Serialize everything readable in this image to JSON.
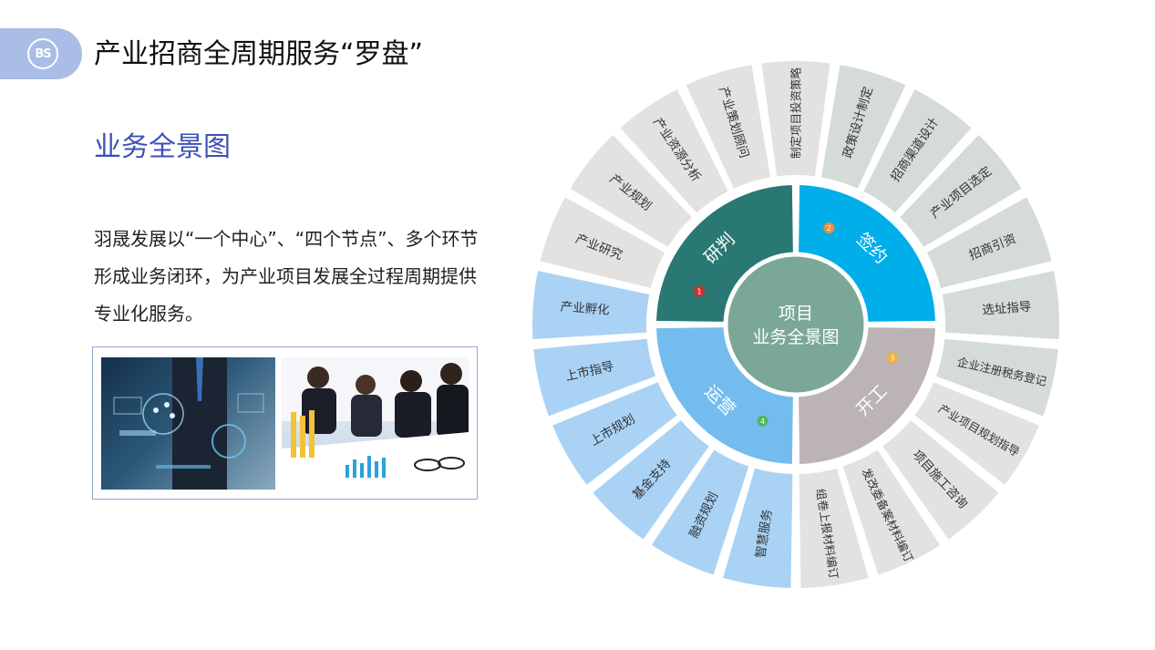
{
  "logo": {
    "text": "BS"
  },
  "header": {
    "title": "产业招商全周期服务“罗盘”"
  },
  "section": {
    "title": "业务全景图"
  },
  "description": "羽晟发展以“一个中心”、“四个节点”、多个环节形成业务闭环，为产业项目发展全过程周期提供专业化服务。",
  "diagram": {
    "center_lines": [
      "项目",
      "业务全景图"
    ],
    "stages": [
      {
        "name": "研判",
        "number": "1",
        "color": "#2a7873",
        "dot": "#c8332b"
      },
      {
        "name": "签约",
        "number": "2",
        "color": "#00aeea",
        "dot": "#e98e3c"
      },
      {
        "name": "开工",
        "number": "3",
        "color": "#bcb3b6",
        "dot": "#f0b23a"
      },
      {
        "name": "运营",
        "number": "4",
        "color": "#74bcee",
        "dot": "#56b364"
      }
    ],
    "outer_items": [
      {
        "label": "制定项目投资策略",
        "group": 1
      },
      {
        "label": "政策设计制定",
        "group": 2
      },
      {
        "label": "招商渠道设计",
        "group": 2
      },
      {
        "label": "产业项目选定",
        "group": 2
      },
      {
        "label": "招商引资",
        "group": 2
      },
      {
        "label": "选址指导",
        "group": 2
      },
      {
        "label": "企业注册税务登记",
        "group": 2
      },
      {
        "label": "产业项目规划指导",
        "group": 3
      },
      {
        "label": "项目施工咨询",
        "group": 3
      },
      {
        "label": "发改委备案材料编订",
        "group": 3
      },
      {
        "label": "组卷上报材料编订",
        "group": 3
      },
      {
        "label": "智慧服务",
        "group": 4
      },
      {
        "label": "融资规划",
        "group": 4
      },
      {
        "label": "基金支持",
        "group": 4
      },
      {
        "label": "上市规划",
        "group": 4
      },
      {
        "label": "上市指导",
        "group": 4
      },
      {
        "label": "产业孵化",
        "group": 4
      },
      {
        "label": "产业研究",
        "group": 1
      },
      {
        "label": "产业规划",
        "group": 1
      },
      {
        "label": "产业资源分析",
        "group": 1
      },
      {
        "label": "产业策划顾问",
        "group": 1
      }
    ],
    "group_colors": {
      "1": "#e4e1e1",
      "2": "#d5dcd8",
      "3": "#e4e1e1",
      "4": "#a9d2f5"
    },
    "center_color": "#7ba896"
  }
}
